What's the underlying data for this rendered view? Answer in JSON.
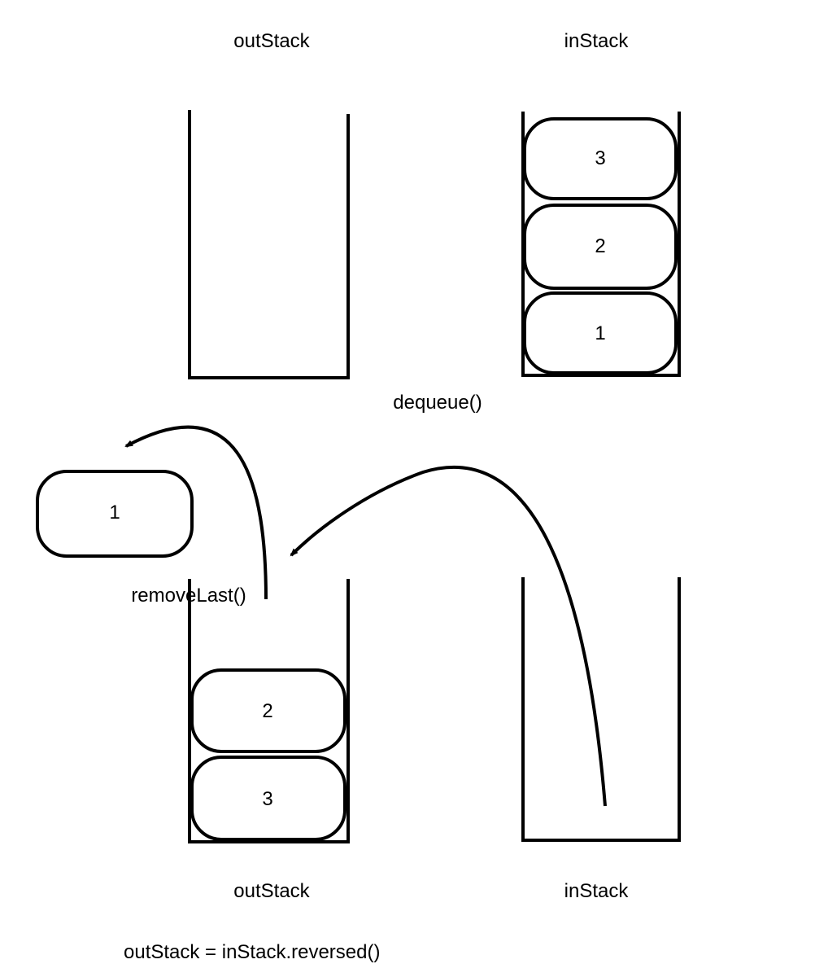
{
  "top": {
    "out_label": "outStack",
    "in_label": "inStack",
    "in_items": [
      "3",
      "2",
      "1"
    ]
  },
  "operation": "dequeue()",
  "removed_item": "1",
  "remove_label": "removeLast()",
  "bottom": {
    "out_label": "outStack",
    "in_label": "inStack",
    "out_items": [
      "2",
      "3"
    ]
  },
  "formula": "outStack = inStack.reversed()"
}
